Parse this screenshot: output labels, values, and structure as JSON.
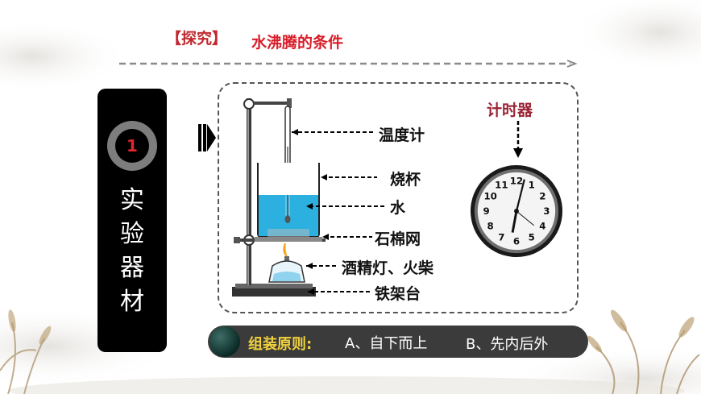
{
  "title": {
    "bracket": "【探究】",
    "topic": "水沸腾的条件"
  },
  "side_panel": {
    "number": "1",
    "heading": "实验器材"
  },
  "apparatus_labels": {
    "thermometer": "温度计",
    "beaker": "烧杯",
    "water": "水",
    "gauze": "石棉网",
    "lamp": "酒精灯、火柴",
    "stand": "铁架台",
    "timer": "计时器"
  },
  "clock": {
    "numerals": [
      "12",
      "1",
      "2",
      "3",
      "4",
      "5",
      "6",
      "7",
      "8",
      "9",
      "10",
      "11"
    ]
  },
  "principle": {
    "label": "组装原则:",
    "rule_a": "A、自下而上",
    "rule_b": "B、先内后外"
  },
  "colors": {
    "accent_red": "#d81e2a",
    "water_blue": "#2bb0e0",
    "timer_label": "#9b2335",
    "principle_yellow": "#f2d23c"
  }
}
